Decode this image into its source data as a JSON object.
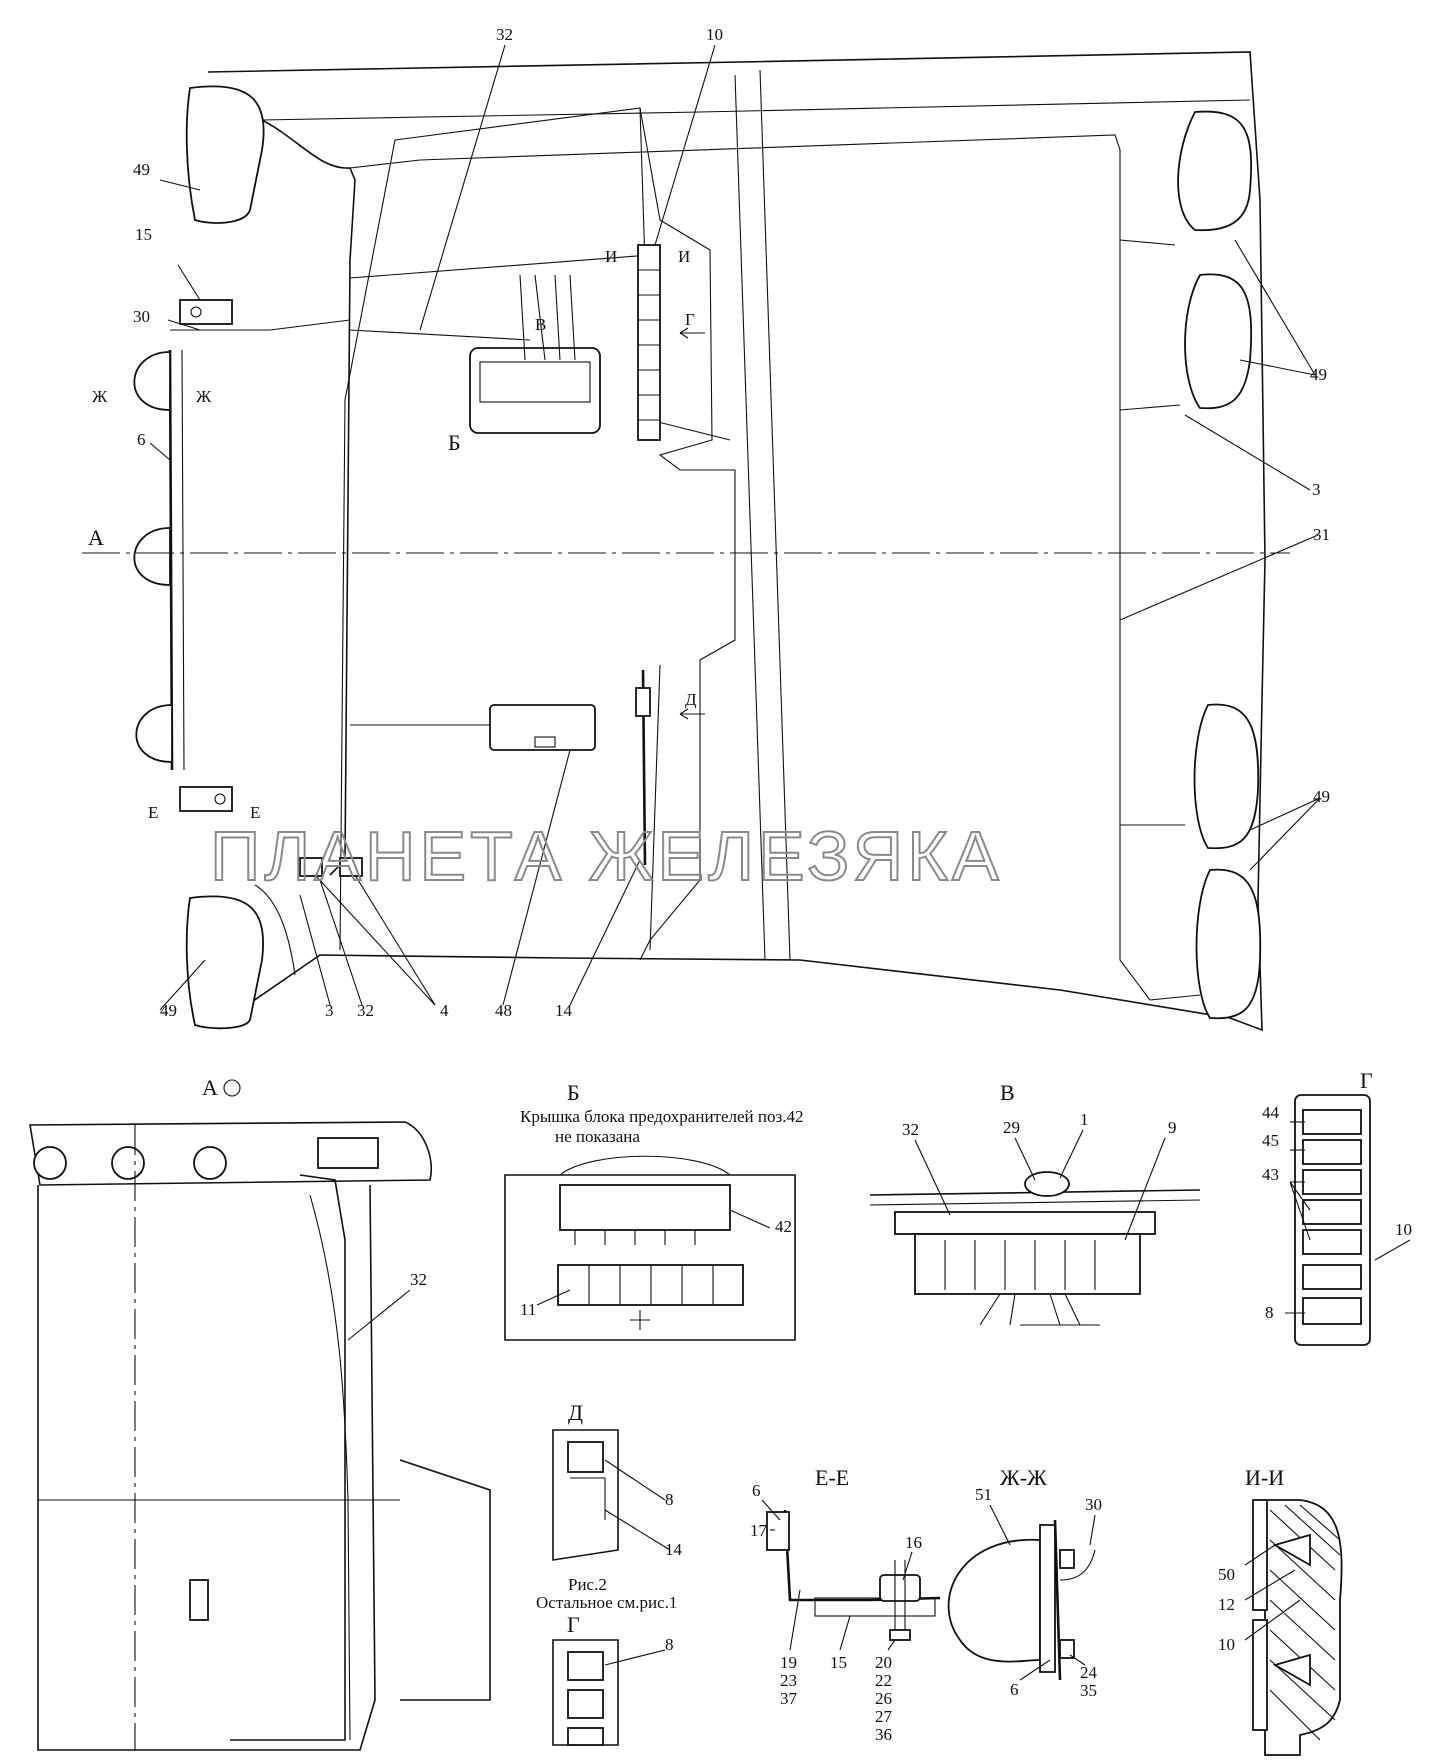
{
  "watermark": "ПЛАНЕТА ЖЕЛЕЗЯКА",
  "main_labels": {
    "n32_top": "32",
    "n10_top": "10",
    "n49_tl": "49",
    "n15": "15",
    "n30": "30",
    "n6": "6",
    "n49_r1": "49",
    "n3_r": "3",
    "n31": "31",
    "n49_r2": "49",
    "n49_bl": "49",
    "n3_b": "3",
    "n32_b": "32",
    "n4_b": "4",
    "n48": "48",
    "n14": "14"
  },
  "section_marks": {
    "A": "А",
    "B_view": "Б",
    "V_view": "В",
    "G_view": "Г",
    "D_view": "Д",
    "I_left": "И",
    "I_right": "И",
    "Zh_left": "Ж",
    "Zh_right": "Ж",
    "E_left": "Е",
    "E_right": "Е"
  },
  "view_A": {
    "title": "А",
    "n32": "32"
  },
  "view_B": {
    "title": "Б",
    "note_line1": "Крышка блока предохранителей поз.42",
    "note_line2": "не показана",
    "n42": "42",
    "n11": "11"
  },
  "view_V": {
    "title": "В",
    "n32": "32",
    "n29": "29",
    "n1": "1",
    "n9": "9"
  },
  "view_G": {
    "title": "Г",
    "n44": "44",
    "n45": "45",
    "n43": "43",
    "n10": "10",
    "n8": "8"
  },
  "view_D": {
    "title": "Д",
    "n8": "8",
    "n14": "14"
  },
  "fig2": {
    "line1": "Рис.2",
    "line2": "Остальное см.рис.1",
    "title": "Г",
    "n8": "8"
  },
  "view_EE": {
    "title": "Е-Е",
    "n6": "6",
    "n17": "17",
    "n16": "16",
    "n19": "19",
    "n23": "23",
    "n37": "37",
    "n15": "15",
    "n20": "20",
    "n22": "22",
    "n26": "26",
    "n27": "27",
    "n36": "36"
  },
  "view_ZhZh": {
    "title": "Ж-Ж",
    "n51": "51",
    "n30": "30",
    "n6": "6",
    "n24": "24",
    "n35": "35"
  },
  "view_II": {
    "title": "И-И",
    "n50": "50",
    "n12": "12",
    "n10": "10"
  }
}
